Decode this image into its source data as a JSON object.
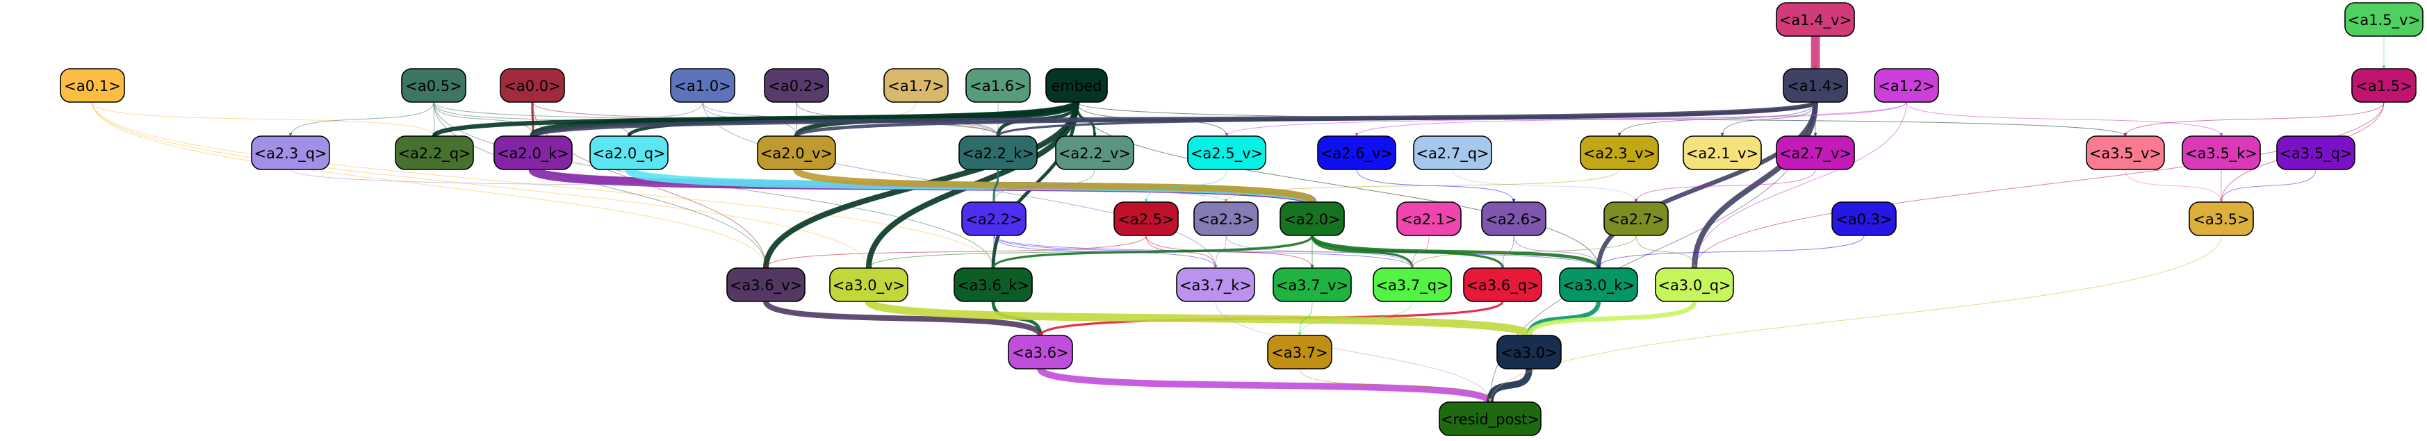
{
  "nodes": [
    {
      "id": "a1.4_v",
      "label": "<a1.4_v>",
      "fill": "#d13b7a",
      "text": "#000000"
    },
    {
      "id": "a1.5_v",
      "label": "<a1.5_v>",
      "fill": "#4fd162",
      "text": "#000000"
    },
    {
      "id": "a0.1",
      "label": "<a0.1>",
      "fill": "#fbbd44",
      "text": "#000000"
    },
    {
      "id": "a0.5",
      "label": "<a0.5>",
      "fill": "#3e7564",
      "text": "#000000"
    },
    {
      "id": "a0.0",
      "label": "<a0.0>",
      "fill": "#a02b3d",
      "text": "#000000"
    },
    {
      "id": "a1.0",
      "label": "<a1.0>",
      "fill": "#5d74bb",
      "text": "#000000"
    },
    {
      "id": "a0.2",
      "label": "<a0.2>",
      "fill": "#573b6b",
      "text": "#000000"
    },
    {
      "id": "a1.7",
      "label": "<a1.7>",
      "fill": "#d8b96c",
      "text": "#000000"
    },
    {
      "id": "a1.6",
      "label": "<a1.6>",
      "fill": "#579d7b",
      "text": "#000000"
    },
    {
      "id": "embed",
      "label": "embed",
      "fill": "#033522",
      "text": "#000000"
    },
    {
      "id": "a1.4",
      "label": "<a1.4>",
      "fill": "#3f4264",
      "text": "#000000"
    },
    {
      "id": "a1.2",
      "label": "<a1.2>",
      "fill": "#cb3fdb",
      "text": "#000000"
    },
    {
      "id": "a1.5",
      "label": "<a1.5>",
      "fill": "#c01471",
      "text": "#000000"
    },
    {
      "id": "a2.3_q",
      "label": "<a2.3_q>",
      "fill": "#a190e6",
      "text": "#000000"
    },
    {
      "id": "a2.2_q",
      "label": "<a2.2_q>",
      "fill": "#47712f",
      "text": "#000000"
    },
    {
      "id": "a2.0_k",
      "label": "<a2.0_k>",
      "fill": "#8425a6",
      "text": "#000000"
    },
    {
      "id": "a2.0_q",
      "label": "<a2.0_q>",
      "fill": "#5ce6f2",
      "text": "#000000"
    },
    {
      "id": "a2.0_v",
      "label": "<a2.0_v>",
      "fill": "#bf9a2e",
      "text": "#000000"
    },
    {
      "id": "a2.2_k",
      "label": "<a2.2_k>",
      "fill": "#2d6c69",
      "text": "#000000"
    },
    {
      "id": "a2.2_v",
      "label": "<a2.2_v>",
      "fill": "#5c9483",
      "text": "#000000"
    },
    {
      "id": "a2.5_v",
      "label": "<a2.5_v>",
      "fill": "#04f2e6",
      "text": "#000000"
    },
    {
      "id": "a2.6_v",
      "label": "<a2.6_v>",
      "fill": "#0f0ff3",
      "text": "#000000"
    },
    {
      "id": "a2.7_q",
      "label": "<a2.7_q>",
      "fill": "#a7c8ed",
      "text": "#000000"
    },
    {
      "id": "a2.3_v",
      "label": "<a2.3_v>",
      "fill": "#c2a814",
      "text": "#000000"
    },
    {
      "id": "a2.1_v",
      "label": "<a2.1_v>",
      "fill": "#f6e27c",
      "text": "#000000"
    },
    {
      "id": "a2.7_v",
      "label": "<a2.7_v>",
      "fill": "#c31bba",
      "text": "#000000"
    },
    {
      "id": "a3.5_v",
      "label": "<a3.5_v>",
      "fill": "#f87b8f",
      "text": "#000000"
    },
    {
      "id": "a3.5_k",
      "label": "<a3.5_k>",
      "fill": "#da3ab8",
      "text": "#000000"
    },
    {
      "id": "a3.5_q",
      "label": "<a3.5_q>",
      "fill": "#7a11c7",
      "text": "#000000"
    },
    {
      "id": "a2.2",
      "label": "<a2.2>",
      "fill": "#4d2ff0",
      "text": "#000000"
    },
    {
      "id": "a2.5",
      "label": "<a2.5>",
      "fill": "#c0112c",
      "text": "#000000"
    },
    {
      "id": "a2.3",
      "label": "<a2.3>",
      "fill": "#857cb5",
      "text": "#000000"
    },
    {
      "id": "a2.0",
      "label": "<a2.0>",
      "fill": "#167421",
      "text": "#000000"
    },
    {
      "id": "a2.1",
      "label": "<a2.1>",
      "fill": "#f045af",
      "text": "#000000"
    },
    {
      "id": "a2.6",
      "label": "<a2.6>",
      "fill": "#7f56ad",
      "text": "#000000"
    },
    {
      "id": "a2.7",
      "label": "<a2.7>",
      "fill": "#7c8e22",
      "text": "#000000"
    },
    {
      "id": "a0.3",
      "label": "<a0.3>",
      "fill": "#2518e5",
      "text": "#000000"
    },
    {
      "id": "a3.5",
      "label": "<a3.5>",
      "fill": "#ddb03b",
      "text": "#000000"
    },
    {
      "id": "a3.6_v",
      "label": "<a3.6_v>",
      "fill": "#523863",
      "text": "#000000"
    },
    {
      "id": "a3.0_v",
      "label": "<a3.0_v>",
      "fill": "#c3d73b",
      "text": "#000000"
    },
    {
      "id": "a3.6_k",
      "label": "<a3.6_k>",
      "fill": "#0d5d27",
      "text": "#000000"
    },
    {
      "id": "a3.7_k",
      "label": "<a3.7_k>",
      "fill": "#ba93ee",
      "text": "#000000"
    },
    {
      "id": "a3.7_v",
      "label": "<a3.7_v>",
      "fill": "#1fb441",
      "text": "#000000"
    },
    {
      "id": "a3.7_q",
      "label": "<a3.7_q>",
      "fill": "#53f443",
      "text": "#000000"
    },
    {
      "id": "a3.6_q",
      "label": "<a3.6_q>",
      "fill": "#e61a38",
      "text": "#000000"
    },
    {
      "id": "a3.0_k",
      "label": "<a3.0_k>",
      "fill": "#059666",
      "text": "#000000"
    },
    {
      "id": "a3.0_q",
      "label": "<a3.0_q>",
      "fill": "#c6f55c",
      "text": "#000000"
    },
    {
      "id": "a3.6",
      "label": "<a3.6>",
      "fill": "#c04ddc",
      "text": "#000000"
    },
    {
      "id": "a3.7",
      "label": "<a3.7>",
      "fill": "#c18f14",
      "text": "#000000"
    },
    {
      "id": "a3.0",
      "label": "<a3.0>",
      "fill": "#182e4f",
      "text": "#000000"
    },
    {
      "id": "resid_post",
      "label": "<resid_post>",
      "fill": "#1e6a0f",
      "text": "#000000"
    }
  ],
  "edges": [
    {
      "from": "a1.4_v",
      "to": "a1.4",
      "color": "#d13b7a",
      "weight": 8
    },
    {
      "from": "a1.5_v",
      "to": "a1.5",
      "color": "#4fd162",
      "weight": 1
    },
    {
      "from": "a0.1",
      "to": "a2.2_q",
      "color": "#fbbd44",
      "weight": 1
    },
    {
      "from": "a0.1",
      "to": "a3.6_v",
      "color": "#fbbd44",
      "weight": 1
    },
    {
      "from": "a0.1",
      "to": "a3.6_k",
      "color": "#fbbd44",
      "weight": 1
    },
    {
      "from": "a0.1",
      "to": "a3.0_v",
      "color": "#fbbd44",
      "weight": 1
    },
    {
      "from": "a0.5",
      "to": "a2.3_q",
      "color": "#3e7564",
      "weight": 1
    },
    {
      "from": "a0.5",
      "to": "a2.2_q",
      "color": "#3e7564",
      "weight": 1
    },
    {
      "from": "a0.5",
      "to": "a2.0_k",
      "color": "#3e7564",
      "weight": 1
    },
    {
      "from": "a0.5",
      "to": "a2.0_q",
      "color": "#3e7564",
      "weight": 1
    },
    {
      "from": "a0.5",
      "to": "a2.2_k",
      "color": "#3e7564",
      "weight": 1
    },
    {
      "from": "a0.5",
      "to": "a3.6_v",
      "color": "#3e7564",
      "weight": 1
    },
    {
      "from": "a0.5",
      "to": "a3.6_k",
      "color": "#3e7564",
      "weight": 1
    },
    {
      "from": "a0.0",
      "to": "a2.0_k",
      "color": "#a02b3d",
      "weight": 2
    },
    {
      "from": "a0.0",
      "to": "a2.2_k",
      "color": "#a02b3d",
      "weight": 1
    },
    {
      "from": "a0.0",
      "to": "a3.6_v",
      "color": "#a02b3d",
      "weight": 1
    },
    {
      "from": "a1.0",
      "to": "a2.0_k",
      "color": "#5d74bb",
      "weight": 1
    },
    {
      "from": "a1.0",
      "to": "a2.0_v",
      "color": "#5d74bb",
      "weight": 1
    },
    {
      "from": "a1.0",
      "to": "a2.2_k",
      "color": "#5d74bb",
      "weight": 1
    },
    {
      "from": "a1.0",
      "to": "a3.7_k",
      "color": "#5d74bb",
      "weight": 1
    },
    {
      "from": "a0.2",
      "to": "a2.0_v",
      "color": "#573b6b",
      "weight": 1
    },
    {
      "from": "a0.2",
      "to": "a2.2_k",
      "color": "#573b6b",
      "weight": 1
    },
    {
      "from": "a1.7",
      "to": "a2.0_v",
      "color": "#d8b96c",
      "weight": 1
    },
    {
      "from": "a1.6",
      "to": "a2.2_k",
      "color": "#579d7b",
      "weight": 1
    },
    {
      "from": "embed",
      "to": "a2.2_q",
      "color": "#033522",
      "weight": 4
    },
    {
      "from": "embed",
      "to": "a2.0_k",
      "color": "#033522",
      "weight": 6
    },
    {
      "from": "embed",
      "to": "a2.0_q",
      "color": "#033522",
      "weight": 3
    },
    {
      "from": "embed",
      "to": "a2.0_v",
      "color": "#033522",
      "weight": 4
    },
    {
      "from": "embed",
      "to": "a2.2_k",
      "color": "#033522",
      "weight": 3
    },
    {
      "from": "embed",
      "to": "a2.2_v",
      "color": "#033522",
      "weight": 2
    },
    {
      "from": "embed",
      "to": "a2.5_v",
      "color": "#033522",
      "weight": 1
    },
    {
      "from": "embed",
      "to": "a3.6_v",
      "color": "#033522",
      "weight": 5
    },
    {
      "from": "embed",
      "to": "a3.0_v",
      "color": "#033522",
      "weight": 5
    },
    {
      "from": "embed",
      "to": "a3.6_k",
      "color": "#033522",
      "weight": 3
    },
    {
      "from": "embed",
      "to": "a3.0_k",
      "color": "#033522",
      "weight": 1
    },
    {
      "from": "embed",
      "to": "a3.5_v",
      "color": "#033522",
      "weight": 1
    },
    {
      "from": "a1.4",
      "to": "a2.0_k",
      "color": "#3f4264",
      "weight": 4
    },
    {
      "from": "a1.4",
      "to": "a2.0_v",
      "color": "#3f4264",
      "weight": 3
    },
    {
      "from": "a1.4",
      "to": "a2.2_k",
      "color": "#3f4264",
      "weight": 2
    },
    {
      "from": "a1.4",
      "to": "a2.3_v",
      "color": "#3f4264",
      "weight": 1
    },
    {
      "from": "a1.4",
      "to": "a2.1_v",
      "color": "#3f4264",
      "weight": 1
    },
    {
      "from": "a1.4",
      "to": "a2.7_v",
      "color": "#3f4264",
      "weight": 1
    },
    {
      "from": "a1.4",
      "to": "a3.0_q",
      "color": "#3f4264",
      "weight": 5
    },
    {
      "from": "a1.4",
      "to": "a3.0_k",
      "color": "#3f4264",
      "weight": 4
    },
    {
      "from": "a1.4",
      "to": "resid_post",
      "color": "#3f4264",
      "weight": 1
    },
    {
      "from": "a1.2",
      "to": "a2.5_v",
      "color": "#cb3fdb",
      "weight": 1
    },
    {
      "from": "a1.2",
      "to": "a2.6_v",
      "color": "#cb3fdb",
      "weight": 1
    },
    {
      "from": "a1.2",
      "to": "a3.5_k",
      "color": "#cb3fdb",
      "weight": 1
    },
    {
      "from": "a1.2",
      "to": "a3.0_q",
      "color": "#cb3fdb",
      "weight": 1
    },
    {
      "from": "a1.5",
      "to": "a3.5_v",
      "color": "#c01471",
      "weight": 1
    },
    {
      "from": "a1.5",
      "to": "a3.5",
      "color": "#c01471",
      "weight": 1
    },
    {
      "from": "a1.5",
      "to": "a3.0_q",
      "color": "#c01471",
      "weight": 1
    },
    {
      "from": "a2.0_k",
      "to": "a2.0",
      "color": "#8425a6",
      "weight": 8
    },
    {
      "from": "a2.0_q",
      "to": "a2.0",
      "color": "#5ce6f2",
      "weight": 7
    },
    {
      "from": "a2.0_v",
      "to": "a2.0",
      "color": "#bf9a2e",
      "weight": 6
    },
    {
      "from": "a2.2_k",
      "to": "a2.2",
      "color": "#2d6c69",
      "weight": 2
    },
    {
      "from": "a2.2_v",
      "to": "a2.2",
      "color": "#5c9483",
      "weight": 1
    },
    {
      "from": "a2.3_q",
      "to": "a2.3",
      "color": "#a190e6",
      "weight": 1
    },
    {
      "from": "a2.5_v",
      "to": "a2.5",
      "color": "#04f2e6",
      "weight": 1
    },
    {
      "from": "a2.6_v",
      "to": "a2.6",
      "color": "#0f0ff3",
      "weight": 1
    },
    {
      "from": "a2.7_q",
      "to": "a2.7",
      "color": "#a7c8ed",
      "weight": 1
    },
    {
      "from": "a2.3_v",
      "to": "a2.3",
      "color": "#c2a814",
      "weight": 1
    },
    {
      "from": "a2.7_v",
      "to": "a2.7",
      "color": "#c31bba",
      "weight": 1
    },
    {
      "from": "a3.5_k",
      "to": "a3.5",
      "color": "#da3ab8",
      "weight": 1
    },
    {
      "from": "a3.5_q",
      "to": "a3.5",
      "color": "#7a11c7",
      "weight": 1
    },
    {
      "from": "a3.5_v",
      "to": "a3.5",
      "color": "#f87b8f",
      "weight": 1
    },
    {
      "from": "a2.2",
      "to": "a3.7_k",
      "color": "#4d2ff0",
      "weight": 1
    },
    {
      "from": "a2.2",
      "to": "a3.6_k",
      "color": "#4d2ff0",
      "weight": 1
    },
    {
      "from": "a2.2",
      "to": "a3.7_q",
      "color": "#4d2ff0",
      "weight": 1
    },
    {
      "from": "a2.2",
      "to": "a3.0_k",
      "color": "#4d2ff0",
      "weight": 1
    },
    {
      "from": "a2.5",
      "to": "a3.6_v",
      "color": "#c0112c",
      "weight": 1
    },
    {
      "from": "a2.5",
      "to": "a3.7_k",
      "color": "#c0112c",
      "weight": 1
    },
    {
      "from": "a2.5",
      "to": "a3.7_v",
      "color": "#c0112c",
      "weight": 1
    },
    {
      "from": "a2.3",
      "to": "a3.7_k",
      "color": "#857cb5",
      "weight": 1
    },
    {
      "from": "a2.3",
      "to": "a3.7_q",
      "color": "#857cb5",
      "weight": 1
    },
    {
      "from": "a2.0",
      "to": "a3.6_k",
      "color": "#167421",
      "weight": 2
    },
    {
      "from": "a2.0",
      "to": "a3.7_v",
      "color": "#167421",
      "weight": 1
    },
    {
      "from": "a2.0",
      "to": "a3.7_q",
      "color": "#167421",
      "weight": 2
    },
    {
      "from": "a2.0",
      "to": "a3.6_q",
      "color": "#167421",
      "weight": 2
    },
    {
      "from": "a2.0",
      "to": "a3.0_k",
      "color": "#167421",
      "weight": 3
    },
    {
      "from": "a2.0",
      "to": "a3.0_v",
      "color": "#167421",
      "weight": 1
    },
    {
      "from": "a2.1",
      "to": "a3.7_q",
      "color": "#f045af",
      "weight": 1
    },
    {
      "from": "a2.6",
      "to": "a3.6_q",
      "color": "#7f56ad",
      "weight": 1
    },
    {
      "from": "a2.6",
      "to": "a3.0_k",
      "color": "#7f56ad",
      "weight": 1
    },
    {
      "from": "a2.7",
      "to": "a3.7_q",
      "color": "#7c8e22",
      "weight": 1
    },
    {
      "from": "a2.7",
      "to": "a3.0_q",
      "color": "#7c8e22",
      "weight": 1
    },
    {
      "from": "a0.3",
      "to": "a3.0_k",
      "color": "#2518e5",
      "weight": 1
    },
    {
      "from": "a3.6_v",
      "to": "a3.6",
      "color": "#523863",
      "weight": 5
    },
    {
      "from": "a3.6_k",
      "to": "a3.6",
      "color": "#0d5d27",
      "weight": 3
    },
    {
      "from": "a3.6_q",
      "to": "a3.6",
      "color": "#e61a38",
      "weight": 2
    },
    {
      "from": "a3.0_v",
      "to": "a3.0",
      "color": "#c3d73b",
      "weight": 7
    },
    {
      "from": "a3.0_k",
      "to": "a3.0",
      "color": "#059666",
      "weight": 4
    },
    {
      "from": "a3.0_q",
      "to": "a3.0",
      "color": "#c6f55c",
      "weight": 4
    },
    {
      "from": "a3.7_v",
      "to": "a3.7",
      "color": "#1fb441",
      "weight": 1
    },
    {
      "from": "a3.7_q",
      "to": "a3.7",
      "color": "#53f443",
      "weight": 1
    },
    {
      "from": "a3.7_k",
      "to": "resid_post",
      "color": "#ba93ee",
      "weight": 1
    },
    {
      "from": "a3.6",
      "to": "resid_post",
      "color": "#c04ddc",
      "weight": 6
    },
    {
      "from": "a3.0",
      "to": "resid_post",
      "color": "#182e4f",
      "weight": 6
    },
    {
      "from": "a3.7",
      "to": "resid_post",
      "color": "#c18f14",
      "weight": 1
    },
    {
      "from": "a3.5",
      "to": "resid_post",
      "color": "#ddb03b",
      "weight": 1
    }
  ]
}
